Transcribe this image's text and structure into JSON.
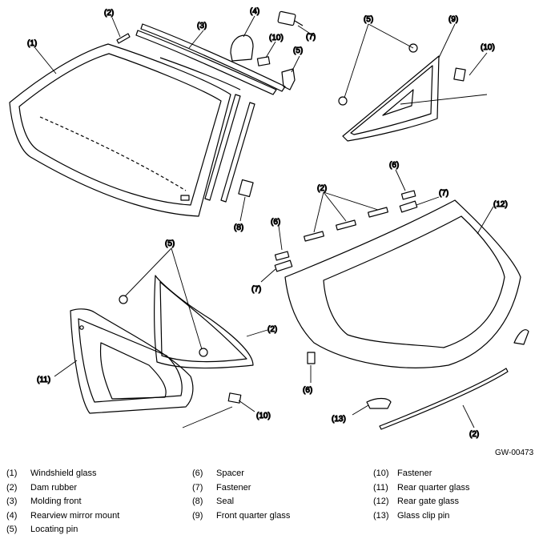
{
  "figure_code": "GW-00473",
  "callouts": {
    "c1": "(1)",
    "c2a": "(2)",
    "c3": "(3)",
    "c4": "(4)",
    "c7a": "(7)",
    "c10a": "(10)",
    "c5a": "(5)",
    "c5b": "(5)",
    "c9": "(9)",
    "c10b": "(10)",
    "c8": "(8)",
    "c2b": "(2)",
    "c6a": "(6)",
    "c7b": "(7)",
    "c12": "(12)",
    "c6b": "(6)",
    "c7c": "(7)",
    "c5c": "(5)",
    "c2c": "(2)",
    "c11": "(11)",
    "c10c": "(10)",
    "c6c": "(6)",
    "c13": "(13)",
    "c2d": "(2)"
  },
  "legend": [
    {
      "num": "(1)",
      "label": "Windshield glass"
    },
    {
      "num": "(2)",
      "label": "Dam rubber"
    },
    {
      "num": "(3)",
      "label": "Molding front"
    },
    {
      "num": "(4)",
      "label": "Rearview mirror mount"
    },
    {
      "num": "(5)",
      "label": "Locating pin"
    },
    {
      "num": "(6)",
      "label": "Spacer"
    },
    {
      "num": "(7)",
      "label": "Fastener"
    },
    {
      "num": "(8)",
      "label": "Seal"
    },
    {
      "num": "(9)",
      "label": "Front quarter glass"
    },
    {
      "num": "(10)",
      "label": "Fastener"
    },
    {
      "num": "(11)",
      "label": "Rear quarter glass"
    },
    {
      "num": "(12)",
      "label": "Rear gate glass"
    },
    {
      "num": "(13)",
      "label": "Glass clip pin"
    }
  ]
}
